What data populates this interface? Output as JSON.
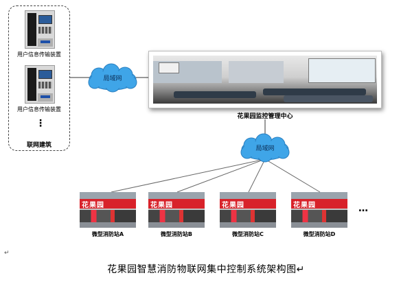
{
  "devices": [
    {
      "label": "用户信息传输装置"
    },
    {
      "label": "用户信息传输装置"
    }
  ],
  "building_group": {
    "ellipsis": "⋮",
    "label": "联网建筑"
  },
  "lan_top": {
    "label": "局域网"
  },
  "lan_mid": {
    "label": "局域网"
  },
  "center": {
    "label": "花果园监控管理中心"
  },
  "stations": [
    {
      "label": "微型消防站A",
      "sign": "花果园"
    },
    {
      "label": "微型消防站B",
      "sign": "花果园"
    },
    {
      "label": "微型消防站C",
      "sign": "花果园"
    },
    {
      "label": "微型消防站D",
      "sign": "花果园"
    }
  ],
  "stations_more": "…",
  "return_mark": "↵",
  "caption": "花果园智慧消防物联网集中控制系统架构图↵",
  "colors": {
    "cloud": "#3fa5e8",
    "cloud_edge": "#2a7fc0",
    "sign_red": "#d8222a"
  }
}
